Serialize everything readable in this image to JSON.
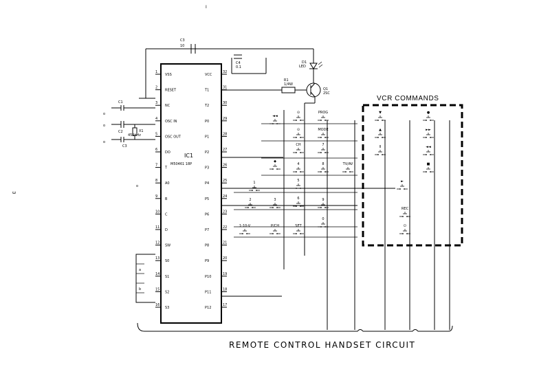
{
  "page_marker": "I",
  "side_marker": "ω",
  "ic": {
    "ref": "IC1",
    "part": "M50461 18P"
  },
  "caption": "REMOTE CONTROL HANDSET CIRCUIT",
  "vcr_box": {
    "title": "VCR COMMANDS"
  },
  "led": {
    "label": "D1",
    "sub": "LED"
  },
  "transistor": {
    "label": "Q1",
    "sub": "2SC"
  },
  "resistor": {
    "label": "R1",
    "sub": "1/4W"
  },
  "crystal": {
    "label": "X1",
    "sub": "455kHz"
  },
  "top_cap": {
    "label": "C3",
    "value": "10"
  },
  "pin_left": [
    "VSS",
    "RESET",
    "NC",
    "OSC IN",
    "OSC OUT",
    "DO",
    "T",
    "A0",
    "B",
    "C",
    "D",
    "SW",
    "S0",
    "S1",
    "S2",
    "S3"
  ],
  "pin_right": [
    "VCC",
    "T1",
    "T2",
    "P0",
    "P1",
    "P2",
    "P3",
    "P4",
    "P5",
    "P6",
    "P7",
    "P8",
    "P9",
    "P10",
    "P11",
    "P12"
  ],
  "keys": {
    "k1": "◄◄",
    "k2": "◆",
    "k3": "1",
    "k4": "2",
    "k5": "3",
    "k6": "1-10-V",
    "k7": "⊙",
    "k8": "⊙",
    "k9": "CH",
    "k10": "4",
    "k11": "5",
    "k12": "6",
    "k13": "PROG",
    "k14": "MODE",
    "k15": "7",
    "k16": "8",
    "k17": "9",
    "k18": "0",
    "k19": "TV/AV",
    "k20": "SET",
    "k21": "P/CH",
    "v1": "▼",
    "v2": "▲",
    "v3": "II",
    "v4": "●",
    "v5": "►►",
    "v6": "◄◄",
    "v7": "■",
    "v8": "►",
    "v9": "REC",
    "v10": "⏻"
  }
}
